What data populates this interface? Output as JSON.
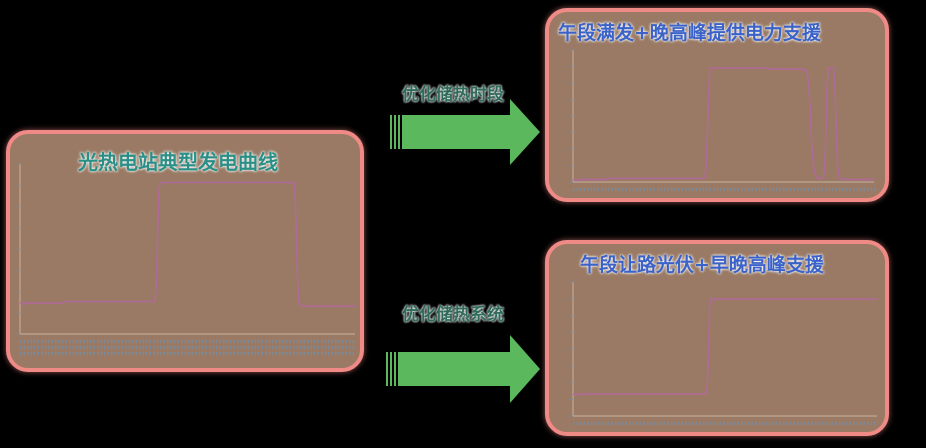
{
  "panels": {
    "main": {
      "title": "光热电站典型发电曲线"
    },
    "noon": {
      "title": "午段满发+晚高峰提供电力支援"
    },
    "morning": {
      "title": "午段让路光伏+早晚高峰支援"
    }
  },
  "arrows": {
    "top": {
      "label": "优化储热时段"
    },
    "bottom": {
      "label": "优化储热系统"
    }
  },
  "colors": {
    "panel_fill": "#9a7a64",
    "panel_border": "#f08a86",
    "curve": "#b06a9a",
    "arrow": "#5cb85c",
    "title_green": "#2a8f86",
    "title_blue": "#3a62c8"
  },
  "chart_data": [
    {
      "type": "line",
      "title": "光热电站典型发电曲线",
      "series": [
        {
          "values": [
            0.2,
            0.2,
            0.19,
            0.19,
            0.2,
            0.2,
            0.2,
            0.2,
            0.2,
            0.2,
            0.2,
            0.2,
            0.2,
            0.2,
            0.2,
            0.2,
            0.2,
            0.2,
            0.2,
            0.2,
            0.2,
            0.2,
            0.2,
            0.2,
            0.2,
            0.2,
            0.2,
            0.2,
            0.2,
            0.2,
            0.2,
            0.2,
            0.2,
            0.2,
            0.2,
            0.2,
            0.2,
            0.2,
            0.2,
            0.2,
            0.2,
            0.2,
            0.2,
            0.2,
            0.2,
            0.2,
            0.21,
            0.21,
            0.21,
            0.21,
            0.21,
            0.21,
            0.21,
            0.21,
            0.21,
            0.21,
            0.21,
            0.21,
            0.21,
            0.21,
            0.21,
            0.21,
            0.21,
            0.21,
            0.21,
            0.21,
            0.21,
            0.21,
            0.21,
            0.21,
            0.21,
            0.21,
            0.21,
            0.21,
            0.21,
            0.21,
            0.21,
            0.21,
            0.21,
            0.21,
            0.21,
            0.21,
            0.21,
            0.21,
            0.21,
            0.21,
            0.21,
            0.21,
            0.21,
            0.21,
            0.21,
            0.21,
            0.21,
            0.21,
            0.21,
            0.21,
            0.21,
            0.21,
            0.21,
            0.21,
            0.21,
            0.21,
            0.21,
            0.21,
            0.21,
            0.21,
            0.21,
            0.21,
            0.21,
            0.21,
            0.21,
            0.21,
            0.21,
            0.21,
            0.21,
            0.21,
            0.21,
            0.21,
            0.21,
            0.21,
            0.21,
            0.21,
            0.21,
            0.21,
            0.21,
            0.21,
            0.21,
            0.21,
            0.21,
            0.21,
            0.21,
            0.21,
            0.21,
            0.21,
            0.21,
            0.21,
            0.21,
            0.21,
            0.21,
            0.21,
            0.23,
            0.3,
            0.5,
            0.75,
            0.94,
            0.98,
            0.98,
            0.98,
            0.98,
            0.98,
            0.98,
            0.98,
            0.98,
            0.98,
            0.98,
            0.98,
            0.98,
            0.98,
            0.98,
            0.98,
            0.98,
            0.98,
            0.98,
            0.98,
            0.98,
            0.98,
            0.98,
            0.98,
            0.98,
            0.98,
            0.98,
            0.98,
            0.98,
            0.98,
            0.98,
            0.98,
            0.98,
            0.98,
            0.98,
            0.98,
            0.98,
            0.98,
            0.98,
            0.98,
            0.98,
            0.98,
            0.98,
            0.98,
            0.98,
            0.98,
            0.98,
            0.98,
            0.98,
            0.98,
            0.98,
            0.98,
            0.98,
            0.98,
            0.98,
            0.98,
            0.98,
            0.98,
            0.98,
            0.98,
            0.98,
            0.98,
            0.98,
            0.98,
            0.98,
            0.98,
            0.98,
            0.98,
            0.98,
            0.98,
            0.98,
            0.98,
            0.98,
            0.98,
            0.98,
            0.98,
            0.98,
            0.98,
            0.98,
            0.98,
            0.98,
            0.98,
            0.98,
            0.98,
            0.98,
            0.98,
            0.98,
            0.98,
            0.98,
            0.98,
            0.98,
            0.98,
            0.98,
            0.98,
            0.98,
            0.98,
            0.98,
            0.98,
            0.98,
            0.98,
            0.98,
            0.98,
            0.98,
            0.98,
            0.98,
            0.98,
            0.98,
            0.98,
            0.98,
            0.98,
            0.98,
            0.98,
            0.98,
            0.98,
            0.98,
            0.98,
            0.98,
            0.98,
            0.98,
            0.98,
            0.98,
            0.98,
            0.98,
            0.98,
            0.98,
            0.98,
            0.98,
            0.98,
            0.98,
            0.98,
            0.98,
            0.98,
            0.98,
            0.98,
            0.98,
            0.98,
            0.98,
            0.98,
            0.98,
            0.98,
            0.98,
            0.9,
            0.7,
            0.45,
            0.28,
            0.21,
            0.19,
            0.19,
            0.18,
            0.18,
            0.18,
            0.18,
            0.18,
            0.18,
            0.18,
            0.18,
            0.18,
            0.18,
            0.18,
            0.18,
            0.18,
            0.18,
            0.18,
            0.18,
            0.18,
            0.18,
            0.18,
            0.18,
            0.18,
            0.18,
            0.18,
            0.18,
            0.18,
            0.18,
            0.18,
            0.18,
            0.18,
            0.18,
            0.18,
            0.18,
            0.18,
            0.18,
            0.18,
            0.18,
            0.18,
            0.18,
            0.18,
            0.18,
            0.18,
            0.18,
            0.18,
            0.18,
            0.18,
            0.18,
            0.18,
            0.18,
            0.18,
            0.18,
            0.18,
            0.18,
            0.18,
            0.18,
            0.18,
            0.18
          ]
        }
      ],
      "ylim": [
        0,
        1.1
      ]
    },
    {
      "type": "line",
      "title": "午段满发+晚高峰提供电力支援",
      "series": [
        {
          "values": [
            0.02,
            0.02,
            0.01,
            0.01,
            0.02,
            0.02,
            0.02,
            0.02,
            0.02,
            0.02,
            0.02,
            0.02,
            0.02,
            0.02,
            0.02,
            0.02,
            0.02,
            0.02,
            0.02,
            0.02,
            0.02,
            0.02,
            0.02,
            0.02,
            0.02,
            0.02,
            0.03,
            0.03,
            0.03,
            0.03,
            0.03,
            0.03,
            0.03,
            0.03,
            0.03,
            0.03,
            0.03,
            0.03,
            0.03,
            0.03,
            0.03,
            0.03,
            0.03,
            0.03,
            0.03,
            0.03,
            0.03,
            0.03,
            0.03,
            0.03,
            0.03,
            0.03,
            0.03,
            0.03,
            0.03,
            0.03,
            0.03,
            0.03,
            0.03,
            0.03,
            0.03,
            0.03,
            0.03,
            0.03,
            0.03,
            0.03,
            0.03,
            0.03,
            0.03,
            0.03,
            0.03,
            0.03,
            0.03,
            0.03,
            0.03,
            0.03,
            0.03,
            0.03,
            0.03,
            0.03,
            0.03,
            0.03,
            0.03,
            0.03,
            0.03,
            0.03,
            0.03,
            0.03,
            0.03,
            0.03,
            0.03,
            0.03,
            0.03,
            0.03,
            0.03,
            0.03,
            0.03,
            0.03,
            0.03,
            0.03,
            0.03,
            0.04,
            0.1,
            0.35,
            0.7,
            0.93,
            0.95,
            0.95,
            0.95,
            0.95,
            0.95,
            0.95,
            0.95,
            0.95,
            0.95,
            0.95,
            0.95,
            0.95,
            0.95,
            0.95,
            0.95,
            0.95,
            0.95,
            0.95,
            0.95,
            0.95,
            0.95,
            0.95,
            0.95,
            0.95,
            0.95,
            0.95,
            0.95,
            0.95,
            0.95,
            0.95,
            0.95,
            0.95,
            0.95,
            0.95,
            0.95,
            0.95,
            0.95,
            0.95,
            0.95,
            0.95,
            0.95,
            0.95,
            0.95,
            0.95,
            0.95,
            0.94,
            0.94,
            0.94,
            0.94,
            0.94,
            0.94,
            0.94,
            0.94,
            0.94,
            0.94,
            0.94,
            0.94,
            0.94,
            0.94,
            0.94,
            0.94,
            0.94,
            0.94,
            0.94,
            0.94,
            0.94,
            0.94,
            0.94,
            0.94,
            0.94,
            0.94,
            0.94,
            0.93,
            0.93,
            0.9,
            0.8,
            0.6,
            0.35,
            0.18,
            0.1,
            0.06,
            0.04,
            0.03,
            0.03,
            0.03,
            0.03,
            0.04,
            0.1,
            0.4,
            0.8,
            0.95,
            0.95,
            0.95,
            0.95,
            0.95,
            0.8,
            0.45,
            0.15,
            0.05,
            0.03,
            0.02,
            0.02,
            0.02,
            0.02,
            0.02,
            0.02,
            0.02,
            0.02,
            0.02,
            0.02,
            0.02,
            0.02,
            0.02,
            0.02,
            0.02,
            0.02,
            0.02,
            0.02,
            0.02,
            0.02,
            0.02,
            0.02,
            0.02,
            0.02,
            0.02,
            0.02
          ]
        }
      ],
      "ylim": [
        0,
        1.1
      ]
    },
    {
      "type": "line",
      "title": "午段让路光伏+早晚高峰支援",
      "series": [
        {
          "values": [
            0.18,
            0.18,
            0.17,
            0.17,
            0.18,
            0.18,
            0.18,
            0.18,
            0.18,
            0.18,
            0.18,
            0.18,
            0.18,
            0.18,
            0.18,
            0.18,
            0.18,
            0.18,
            0.18,
            0.18,
            0.18,
            0.18,
            0.18,
            0.18,
            0.18,
            0.18,
            0.18,
            0.18,
            0.18,
            0.18,
            0.18,
            0.18,
            0.18,
            0.18,
            0.18,
            0.18,
            0.18,
            0.18,
            0.18,
            0.18,
            0.18,
            0.18,
            0.18,
            0.18,
            0.18,
            0.18,
            0.18,
            0.18,
            0.18,
            0.18,
            0.18,
            0.18,
            0.18,
            0.18,
            0.18,
            0.18,
            0.18,
            0.18,
            0.18,
            0.18,
            0.18,
            0.18,
            0.18,
            0.18,
            0.18,
            0.18,
            0.18,
            0.18,
            0.18,
            0.18,
            0.18,
            0.18,
            0.18,
            0.18,
            0.18,
            0.18,
            0.18,
            0.18,
            0.18,
            0.18,
            0.18,
            0.18,
            0.18,
            0.18,
            0.18,
            0.18,
            0.18,
            0.18,
            0.18,
            0.18,
            0.18,
            0.18,
            0.18,
            0.18,
            0.18,
            0.18,
            0.18,
            0.18,
            0.18,
            0.18,
            0.18,
            0.22,
            0.5,
            0.9,
            0.96,
            0.96,
            0.96,
            0.96,
            0.96,
            0.96,
            0.96,
            0.96,
            0.96,
            0.96,
            0.96,
            0.96,
            0.96,
            0.96,
            0.96,
            0.96,
            0.96,
            0.96,
            0.96,
            0.96,
            0.96,
            0.96,
            0.96,
            0.96,
            0.96,
            0.96,
            0.96,
            0.96,
            0.96,
            0.96,
            0.96,
            0.96,
            0.96,
            0.96,
            0.96,
            0.96,
            0.96,
            0.96,
            0.96,
            0.96,
            0.96,
            0.96,
            0.96,
            0.96,
            0.96,
            0.96,
            0.96,
            0.96,
            0.96,
            0.96,
            0.96,
            0.96,
            0.96,
            0.96,
            0.96,
            0.96,
            0.96,
            0.96,
            0.96,
            0.96,
            0.96,
            0.96,
            0.96,
            0.96,
            0.96,
            0.96,
            0.96,
            0.96,
            0.96,
            0.96,
            0.96,
            0.96,
            0.96,
            0.96,
            0.96,
            0.96,
            0.96,
            0.96,
            0.96,
            0.96,
            0.96,
            0.96,
            0.96,
            0.96,
            0.96,
            0.96,
            0.96,
            0.96,
            0.96,
            0.96,
            0.96,
            0.96,
            0.96,
            0.96,
            0.96,
            0.96,
            0.96,
            0.96,
            0.96,
            0.96,
            0.96,
            0.96,
            0.96,
            0.96,
            0.96,
            0.96,
            0.96,
            0.96,
            0.96,
            0.96,
            0.96,
            0.96,
            0.96,
            0.96,
            0.96,
            0.96,
            0.96,
            0.96,
            0.96,
            0.96,
            0.96,
            0.96,
            0.96,
            0.96,
            0.96,
            0.96
          ]
        }
      ],
      "ylim": [
        0,
        1.1
      ]
    }
  ]
}
